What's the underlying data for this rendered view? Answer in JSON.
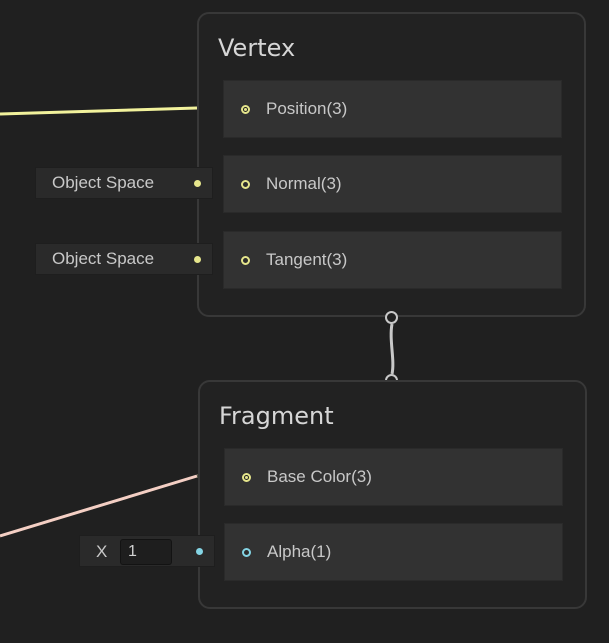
{
  "vertex": {
    "title": "Vertex",
    "blocks": [
      {
        "label": "Position(3)"
      },
      {
        "label": "Normal(3)",
        "inline": "Object Space"
      },
      {
        "label": "Tangent(3)",
        "inline": "Object Space"
      }
    ]
  },
  "fragment": {
    "title": "Fragment",
    "blocks": [
      {
        "label": "Base Color(3)"
      },
      {
        "label": "Alpha(1)",
        "inline_axis": "X",
        "inline_value": "1"
      }
    ]
  },
  "colors": {
    "vector3_port": "#e6e68c",
    "float_port": "#84d4e4",
    "edge_yellow": "#f2f29c",
    "edge_pink": "#f4cfc4"
  }
}
